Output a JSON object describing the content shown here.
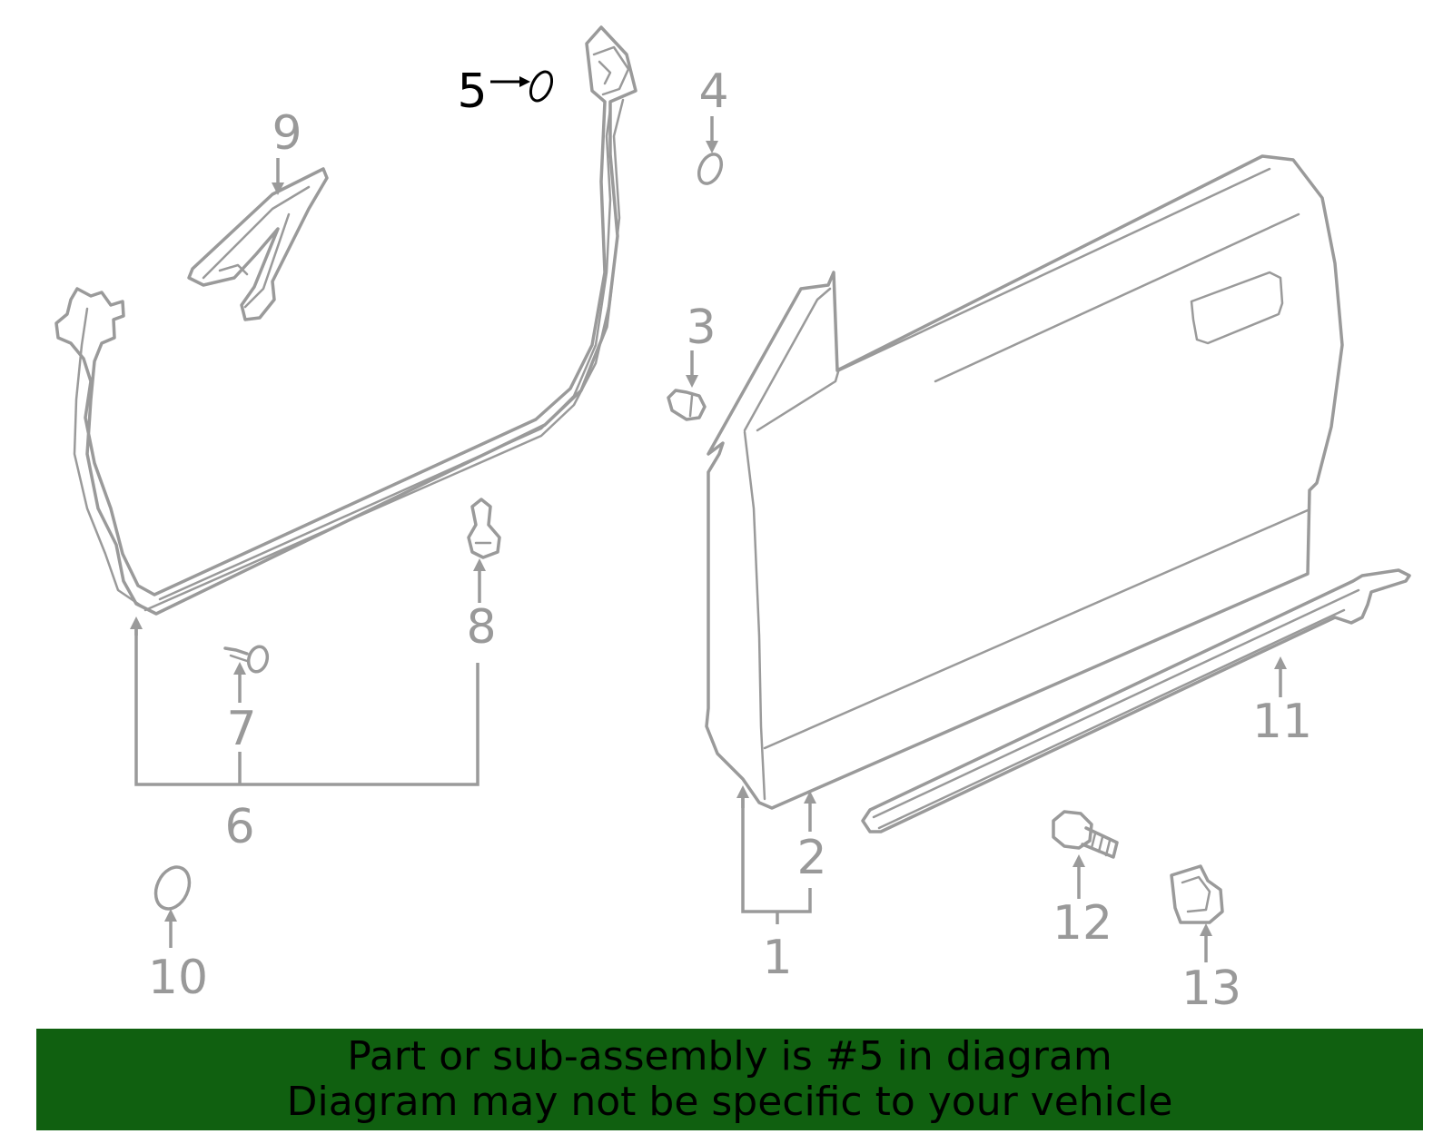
{
  "diagram": {
    "callouts": {
      "c1": "1",
      "c2": "2",
      "c3": "3",
      "c4": "4",
      "c5": "5",
      "c6": "6",
      "c7": "7",
      "c8": "8",
      "c9": "9",
      "c10": "10",
      "c11": "11",
      "c12": "12",
      "c13": "13"
    },
    "highlighted_part": "5",
    "colors": {
      "line": "#9a9a9a",
      "highlight": "#000000",
      "banner_bg": "#106010"
    }
  },
  "banner": {
    "line1": "Part or sub-assembly is #5 in diagram",
    "line2": "Diagram may not be specific to your vehicle"
  }
}
